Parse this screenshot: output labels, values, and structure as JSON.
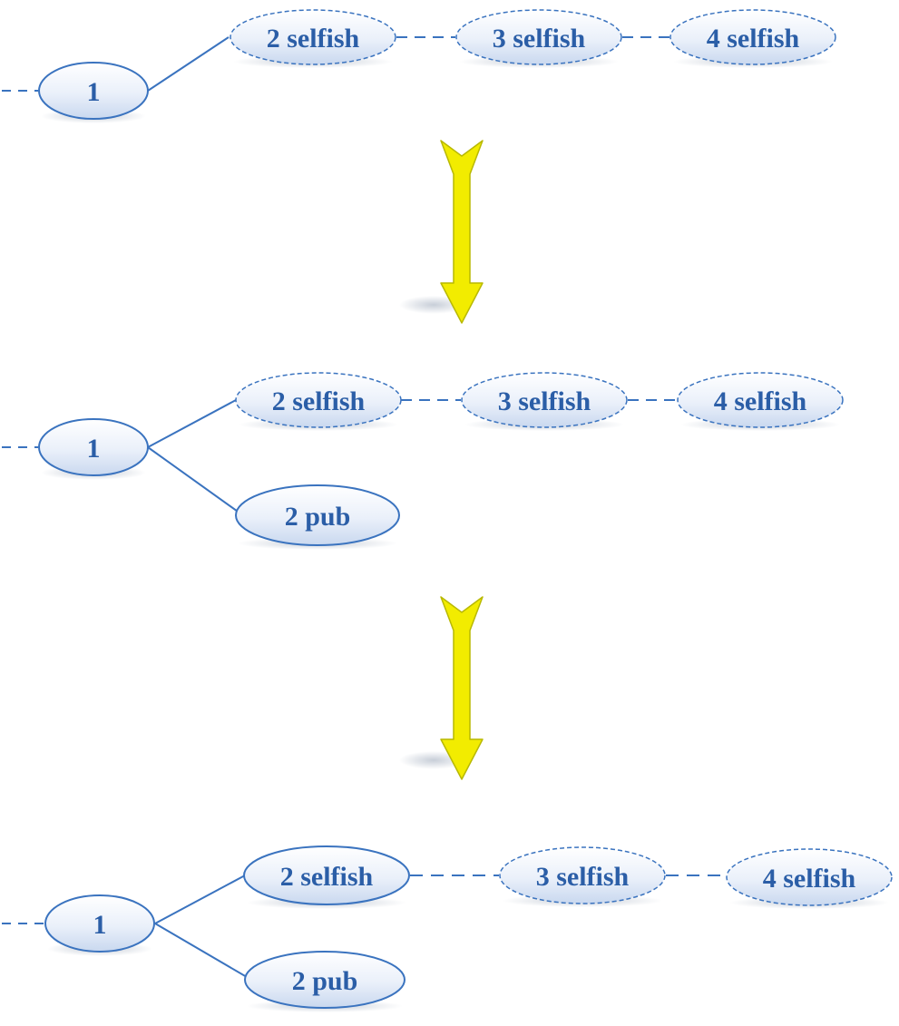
{
  "colors": {
    "node_stroke": "#3a73bf",
    "node_fill_light": "#ffffff",
    "node_fill_dark": "#c9d8ef",
    "label": "#2b5ea7",
    "edge": "#3a73bf",
    "arrow_fill": "#f2ec00",
    "arrow_stroke": "#b8b800"
  },
  "stages": [
    {
      "root": {
        "label": "1"
      },
      "branches": [
        {
          "label": "2 selfish",
          "style": "dashed"
        },
        {
          "label": "3 selfish",
          "style": "dashed"
        },
        {
          "label": "4 selfish",
          "style": "dashed"
        }
      ]
    },
    {
      "root": {
        "label": "1"
      },
      "branches": [
        {
          "label": "2 selfish",
          "style": "dashed"
        },
        {
          "label": "3 selfish",
          "style": "dashed"
        },
        {
          "label": "4 selfish",
          "style": "dashed"
        },
        {
          "label": "2 pub",
          "style": "solid"
        }
      ]
    },
    {
      "root": {
        "label": "1"
      },
      "branches": [
        {
          "label": "2 selfish",
          "style": "solid"
        },
        {
          "label": "3 selfish",
          "style": "dashed"
        },
        {
          "label": "4 selfish",
          "style": "dashed"
        },
        {
          "label": "2 pub",
          "style": "solid"
        }
      ]
    }
  ],
  "transitions": [
    {
      "icon": "down-arrow-icon"
    },
    {
      "icon": "down-arrow-icon"
    }
  ]
}
